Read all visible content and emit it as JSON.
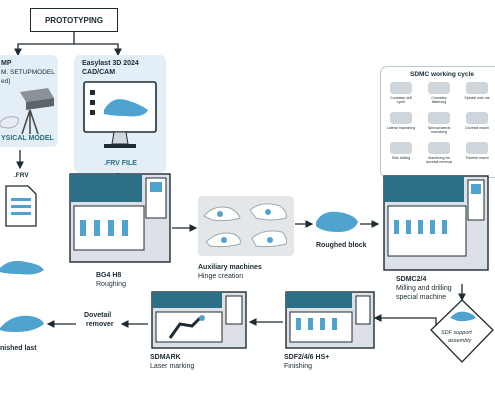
{
  "prototyping": "PROTOTYPING",
  "left_source": {
    "title": "MP",
    "line2": "M. SETUPMODEL",
    "line3": "ed)",
    "caption": "YSICAL MODEL"
  },
  "cad_source": {
    "title": "Easylast 3D 2024",
    "line2": "CAD/CAM",
    "caption": ".FRV FILE"
  },
  "frv_label": ".FRV",
  "bg4": {
    "title": "BG4 H8",
    "sub": "Roughing"
  },
  "aux": {
    "title": "Auxiliary machines",
    "sub": "Hinge creation"
  },
  "roughed": "Roughed block",
  "sdmc_cycle": {
    "title": "SDMC working cycle",
    "cells": [
      "Conestep drill cycle",
      "Conestep flattening",
      "Special side me",
      "Lateral machining",
      "Special lateral machining",
      "Dovetail machi",
      "Side drilling",
      "Machining for dovetail removal",
      "Thimble machi"
    ]
  },
  "sdmc": {
    "title": "SDMC2/4",
    "sub1": "Milling and drilling",
    "sub2": "special machine"
  },
  "sdf_support": {
    "line1": "SDF support",
    "line2": "assembly"
  },
  "sdf": {
    "title": "SDF2/4/6 HS+",
    "sub": "Finishing"
  },
  "sdmark": {
    "title": "SDMARK",
    "sub": "Laser marking"
  },
  "dovetail": {
    "line1": "Dovetail",
    "line2": "remover"
  },
  "finished": "nished last",
  "colors": {
    "teal": "#2a6e82",
    "machine": "#d8dee3",
    "accent": "#4ea3cf",
    "dark": "#1f2b33",
    "screen": "#2d6f86"
  }
}
